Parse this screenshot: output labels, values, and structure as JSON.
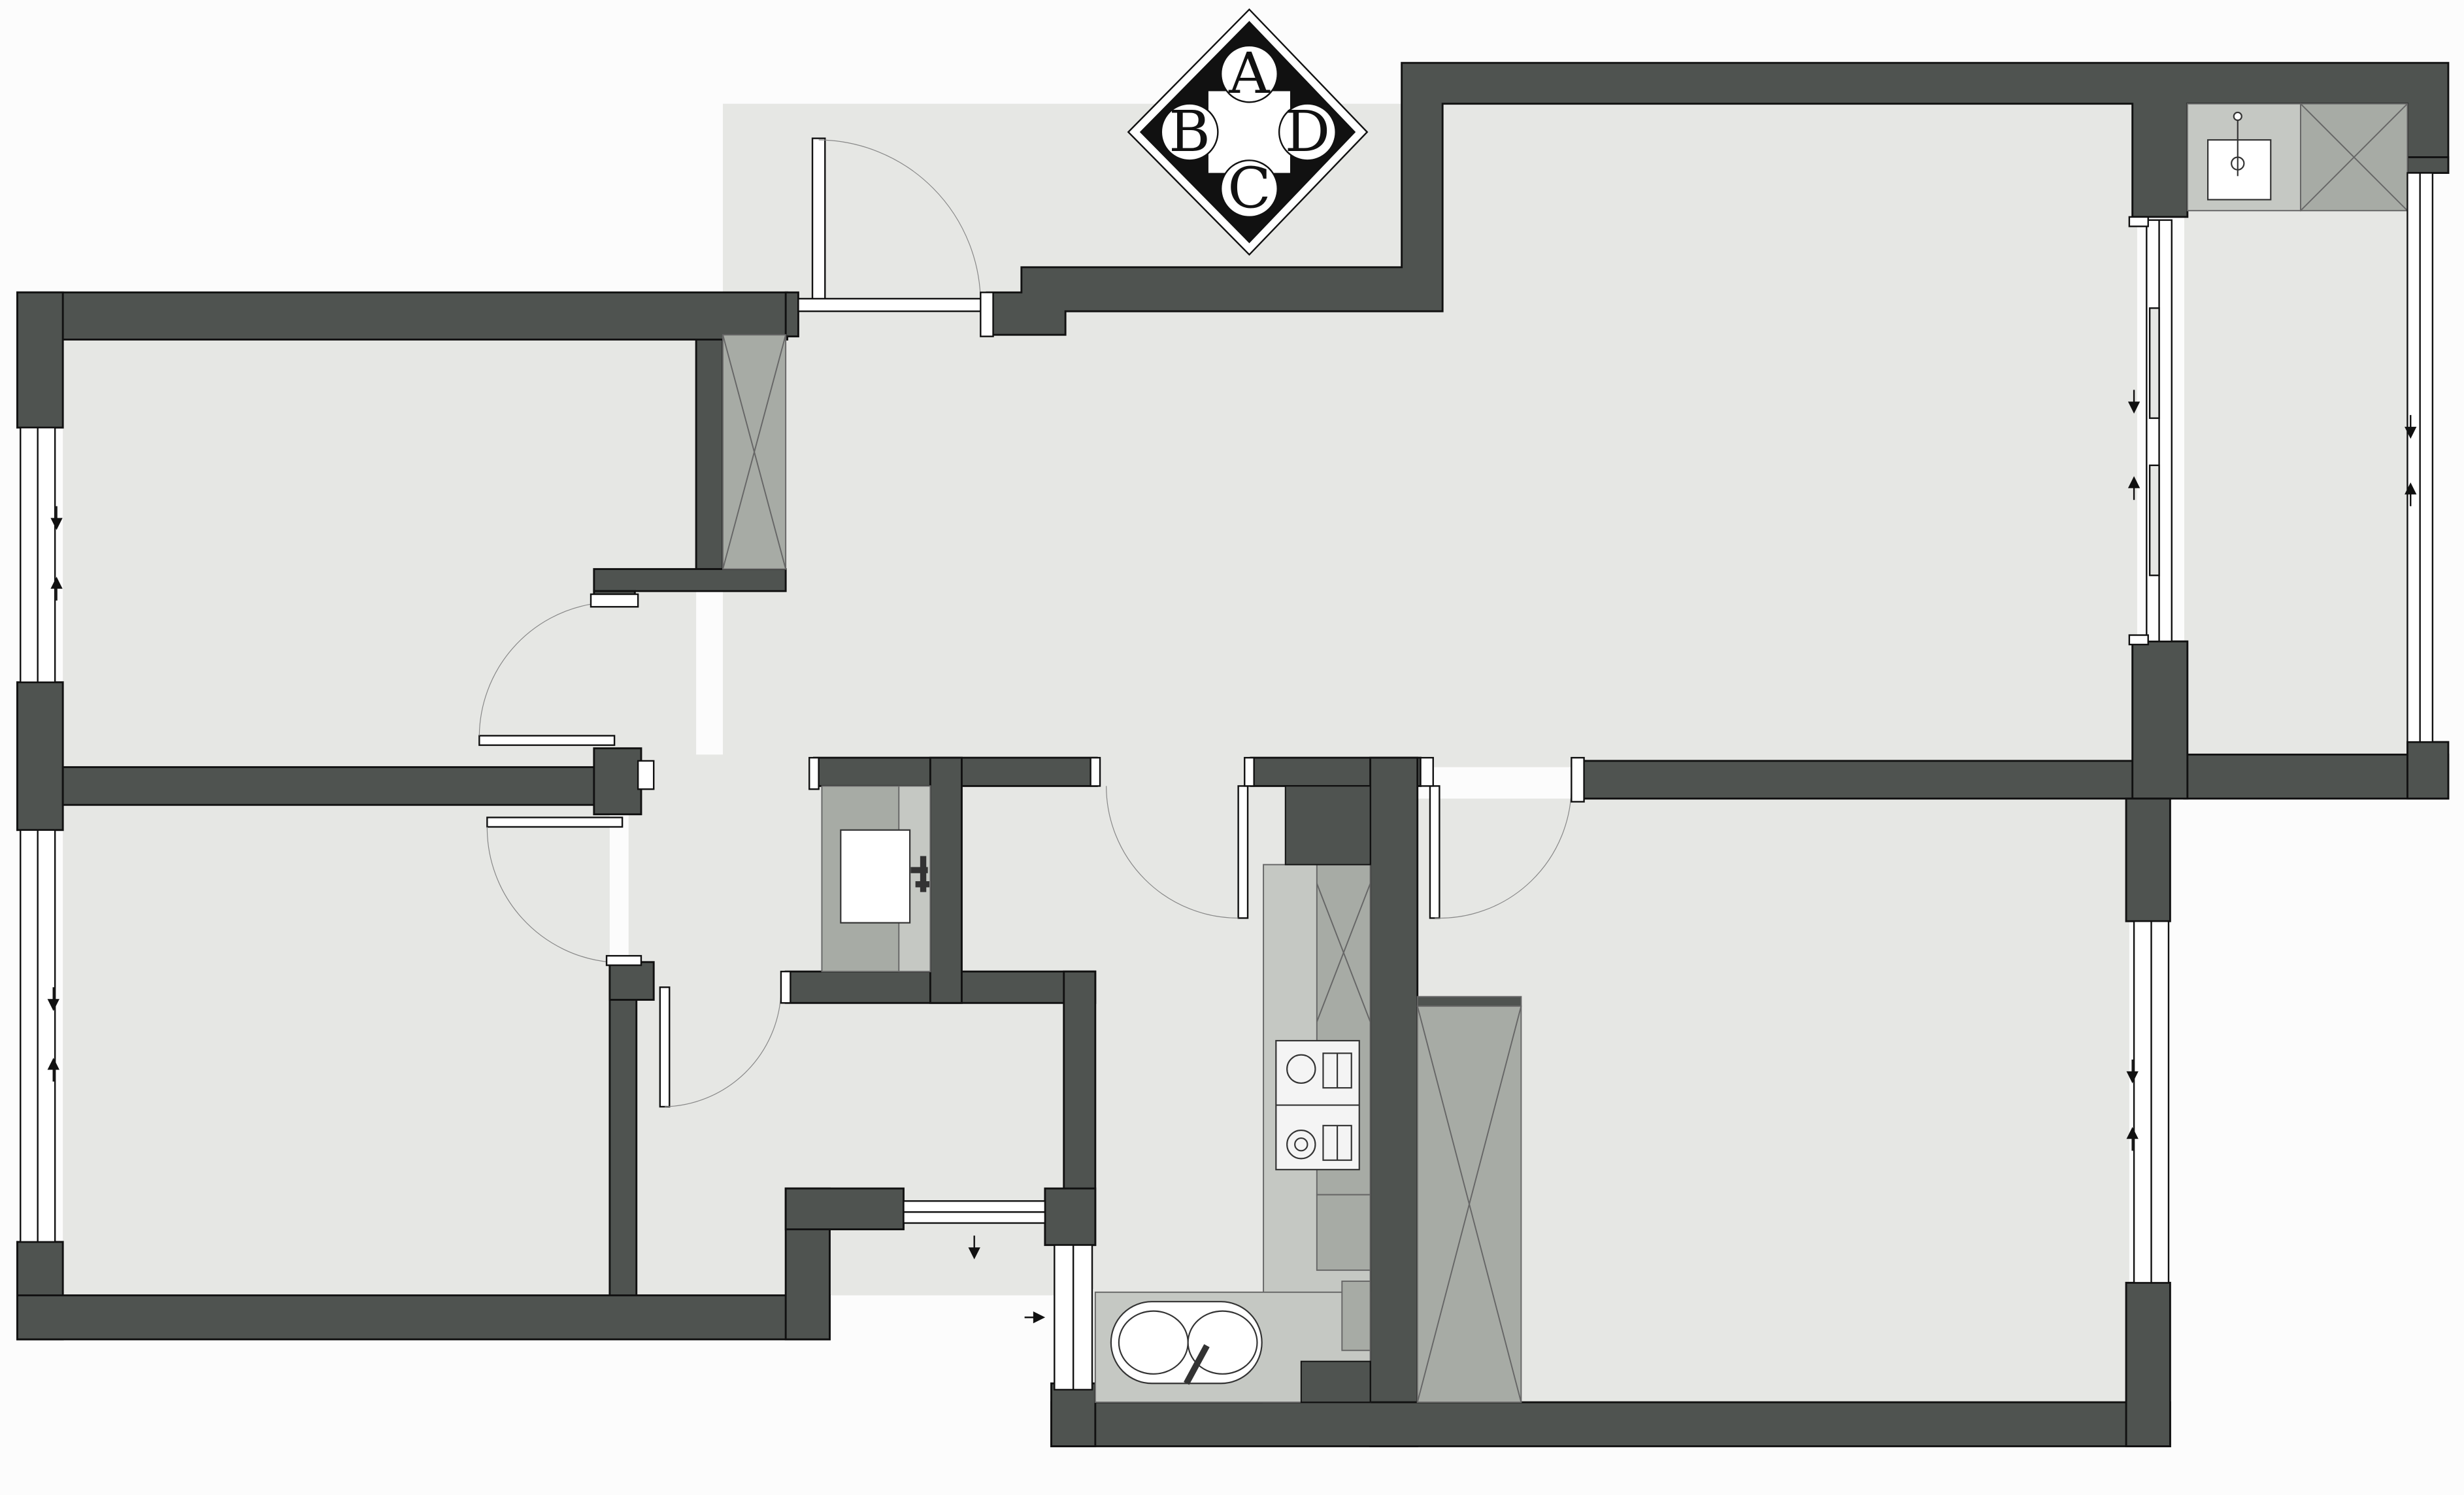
{
  "compass": {
    "north_label": "A",
    "west_label": "B",
    "south_label": "C",
    "east_label": "D"
  },
  "colors": {
    "background": "#fcfcfc",
    "wall": "#4f5350",
    "floor": "#e6e7e4",
    "cabinet": "#a7aba5",
    "counter": "#c5c8c3",
    "outline": "#111111"
  },
  "icons": [
    "compass-rose-icon",
    "sink-icon",
    "faucet-icon",
    "cooktop-icon",
    "arrow-icon",
    "door-swing-icon",
    "window-icon"
  ]
}
